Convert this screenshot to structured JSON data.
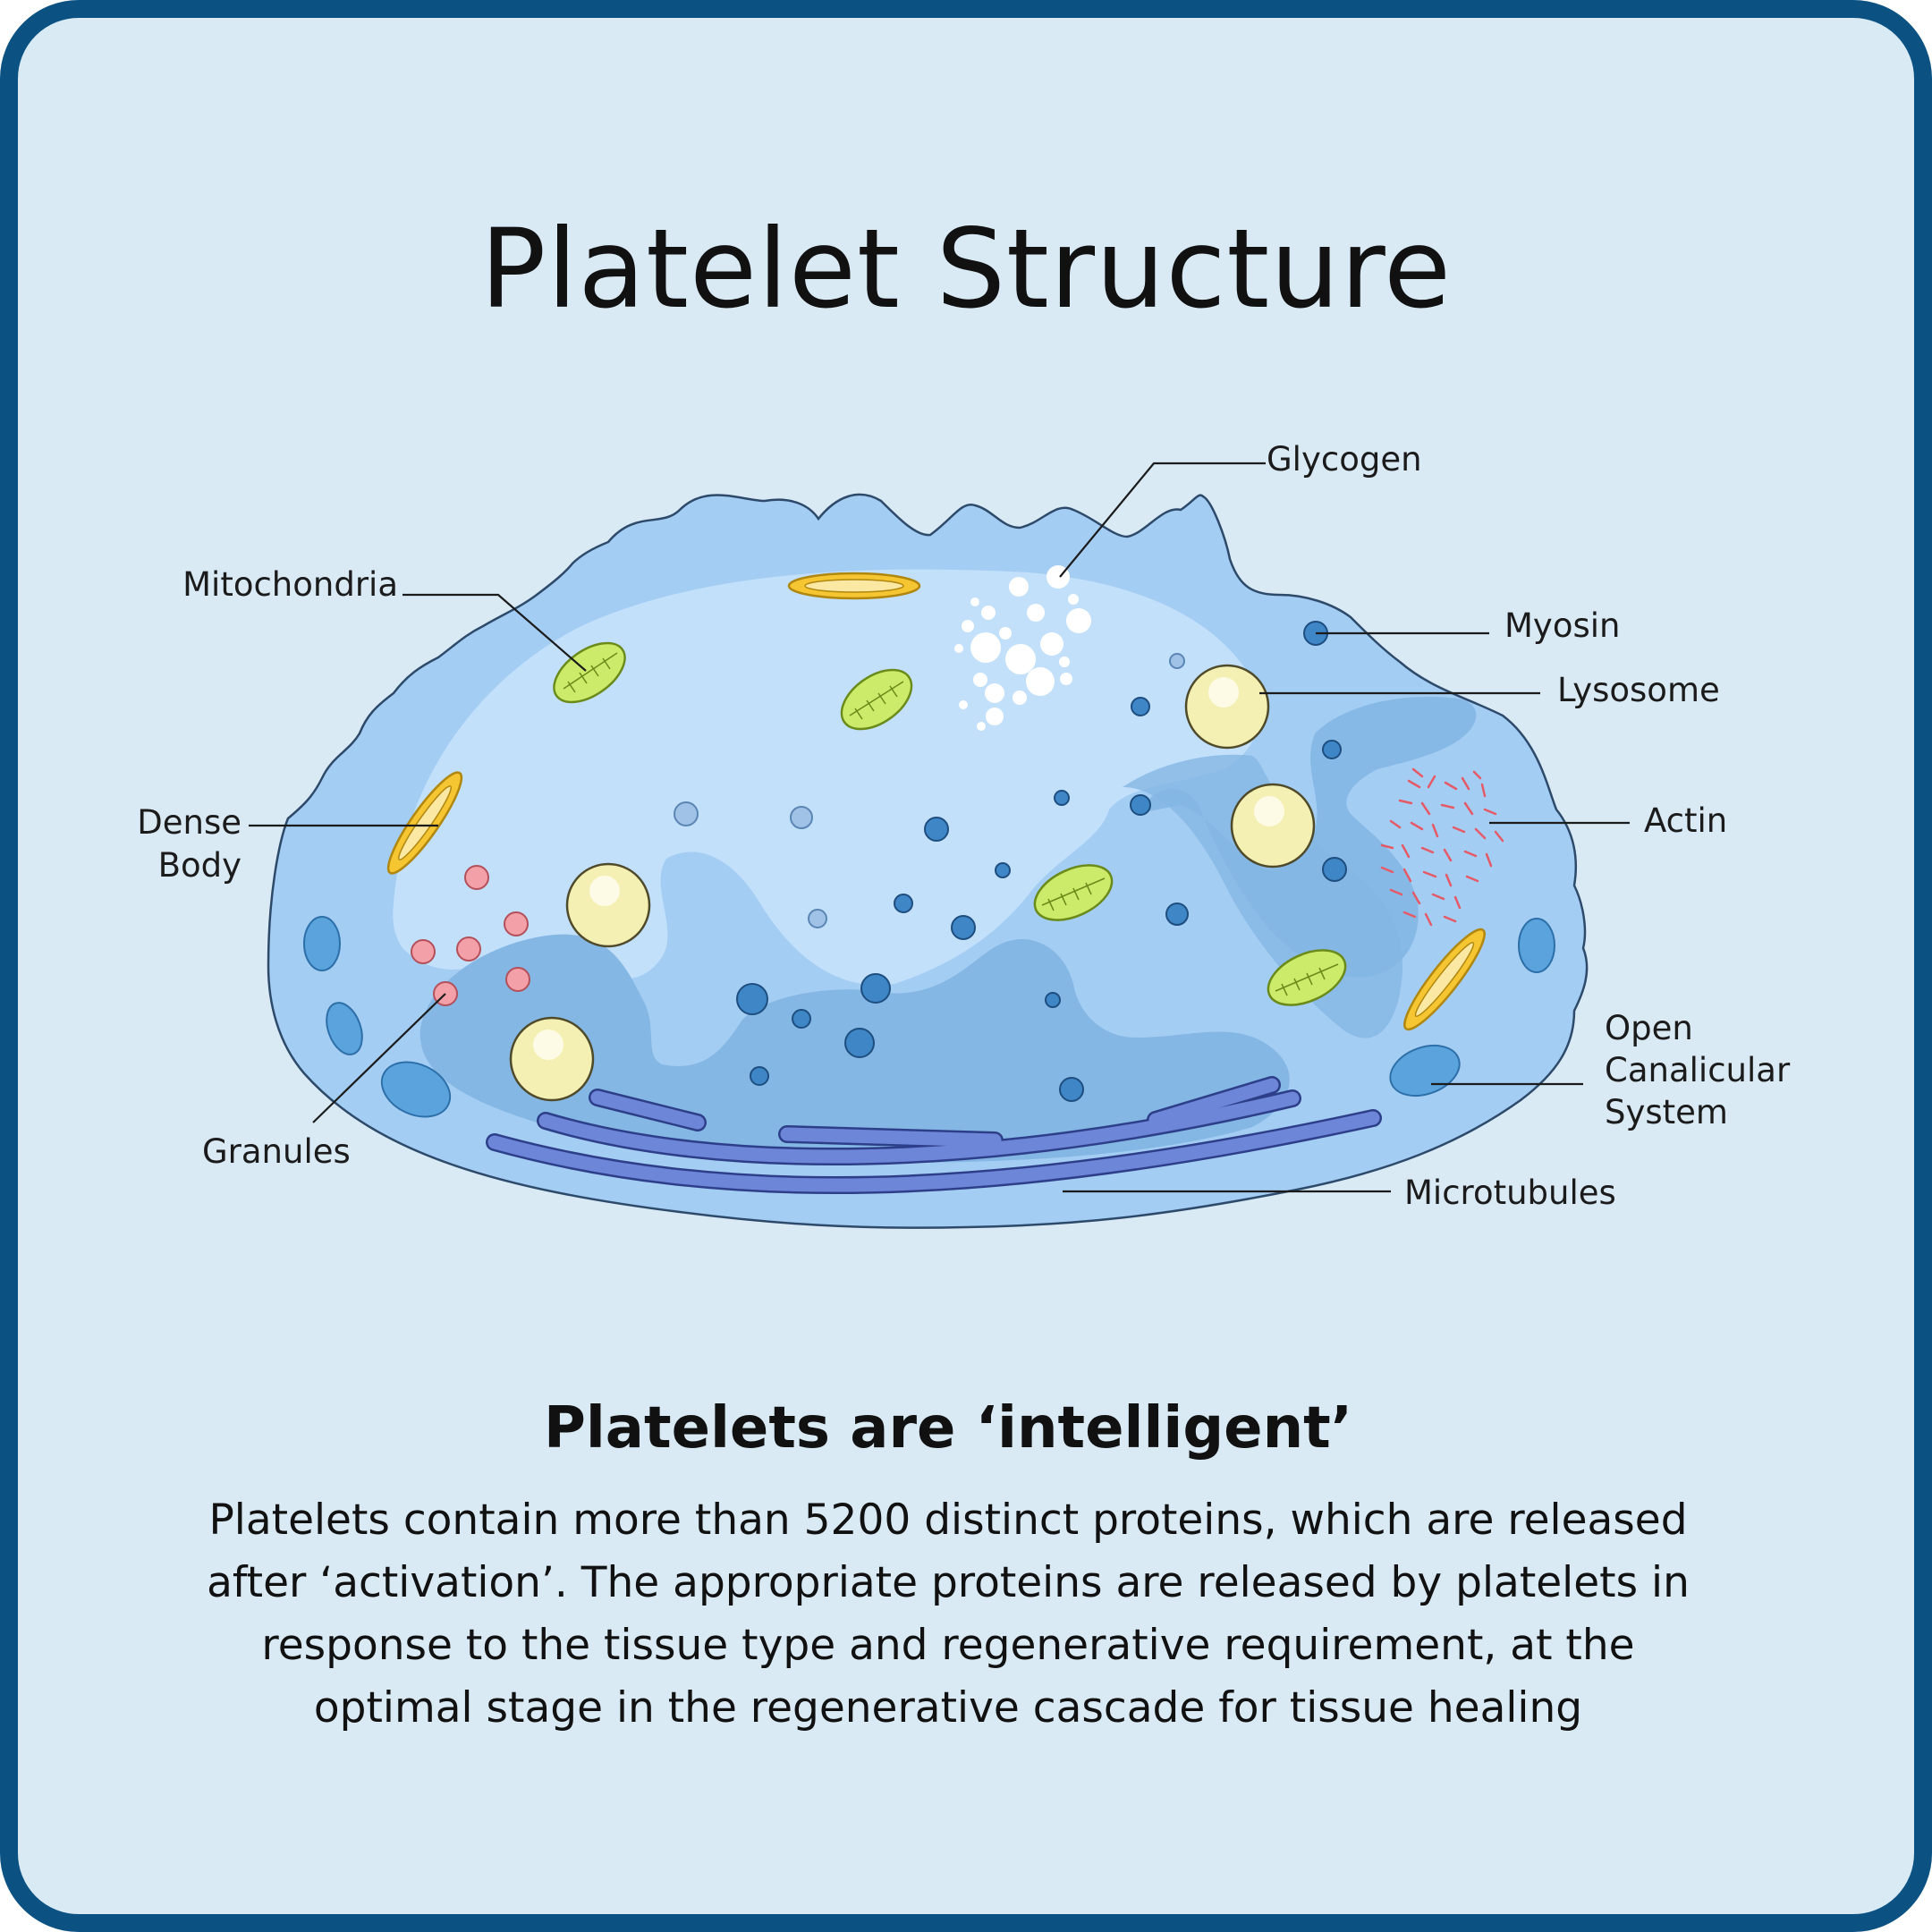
{
  "title": "Platelet Structure",
  "labels": {
    "glycogen": "Glycogen",
    "mitochondria": "Mitochondria",
    "myosin": "Myosin",
    "lysosome": "Lysosome",
    "dense_body_1": "Dense",
    "dense_body_2": "Body",
    "actin": "Actin",
    "ocs_1": "Open",
    "ocs_2": "Canalicular",
    "ocs_3": "System",
    "granules": "Granules",
    "microtubules": "Microtubules"
  },
  "subtitle": "Platelets are ‘intelligent’",
  "body_lines": [
    "Platelets contain more than 5200 distinct proteins, which are released",
    "after ‘activation’. The appropriate proteins are released by platelets in",
    "response to the tissue type and regenerative requirement, at the",
    "optimal stage in the regenerative cascade for tissue healing"
  ],
  "colors": {
    "border": "#0b5283",
    "background": "#d9eaf5",
    "cell_outer": "#a4cdf3",
    "cell_light": "#c3e0fb",
    "cell_dark": "#84b7e4",
    "mitochondria": "#cdeb6a",
    "lysosome": "#f4efb2",
    "granule": "#f4a0a8",
    "myosin": "#3e86c6",
    "microtubule": "#6d86d8"
  }
}
